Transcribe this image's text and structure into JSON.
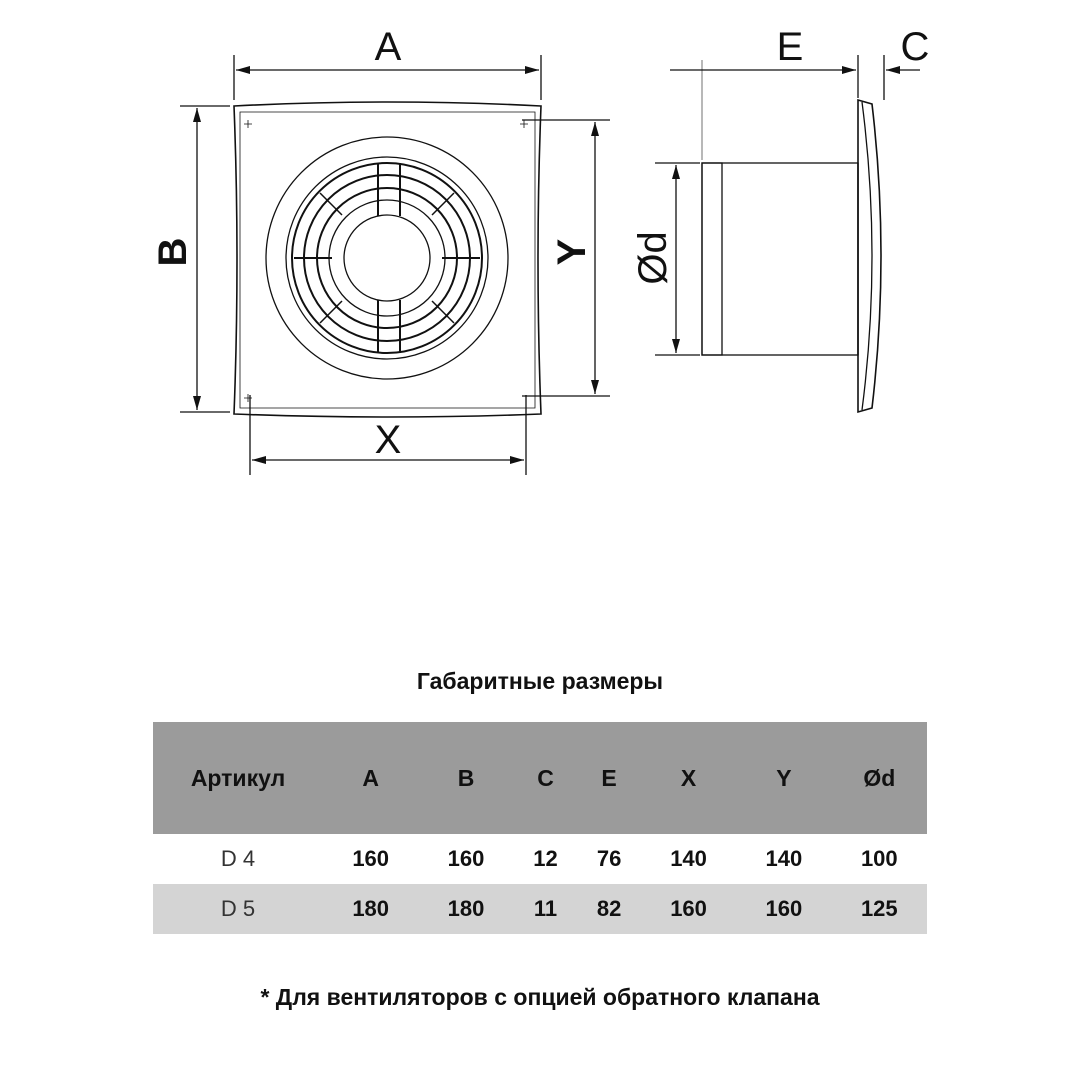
{
  "drawing": {
    "labels": {
      "A": "A",
      "B": "B",
      "C": "C",
      "E": "E",
      "X": "X",
      "Y": "Y",
      "d": "Ød"
    }
  },
  "table": {
    "title": "Габаритные размеры",
    "headers": [
      "Артикул",
      "A",
      "B",
      "C",
      "E",
      "X",
      "Y",
      "Ød"
    ],
    "rows": [
      [
        "D 4",
        "160",
        "160",
        "12",
        "76",
        "140",
        "140",
        "100"
      ],
      [
        "D 5",
        "180",
        "180",
        "11",
        "82",
        "160",
        "160",
        "125"
      ]
    ]
  },
  "footnote": "* Для вентиляторов с опцией обратного клапана"
}
